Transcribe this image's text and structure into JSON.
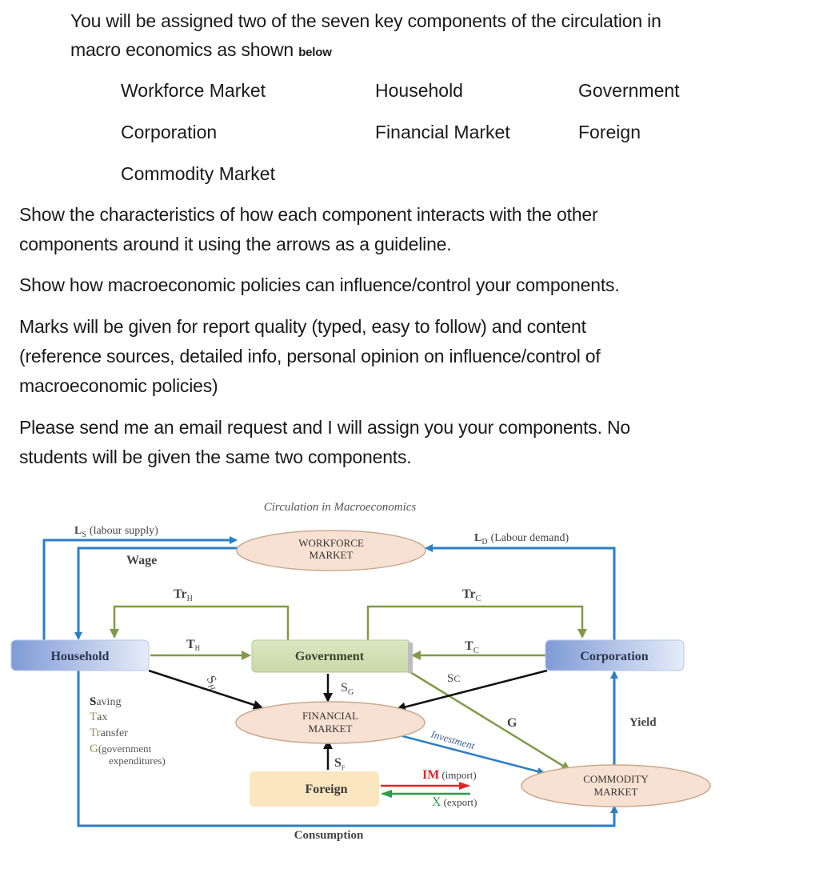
{
  "intro": {
    "line1": "You will be assigned two of the seven key components of the circulation in",
    "line2": "macro economics as shown",
    "line2_suffix": "below"
  },
  "components": [
    "Workforce Market",
    "Household",
    "Government",
    "Corporation",
    "Financial Market",
    "Foreign",
    "Commodity Market"
  ],
  "instructions": {
    "p1_line1": "Show the characteristics of how each component interacts with the other",
    "p1_line2": "components around it using the arrows as a guideline.",
    "p2": "Show how macroeconomic policies can influence/control your components.",
    "p3_line1": "Marks will be given for report quality (typed, easy to follow) and content",
    "p3_line2": "(reference sources, detailed info, personal opinion on influence/control of",
    "p3_line3": "macroeconomic policies)",
    "p4_line1": "Please send me an email request and I will assign you your components. No",
    "p4_line2": "students will be given the same two components."
  },
  "diagram": {
    "title": "Circulation in Macroeconomics",
    "nodes": {
      "workforce_line1": "WORKFORCE",
      "workforce_line2": "MARKET",
      "household": "Household",
      "government": "Government",
      "corporation": "Corporation",
      "financial_line1": "FINANCIAL",
      "financial_line2": "MARKET",
      "foreign": "Foreign",
      "commodity_line1": "COMMODITY",
      "commodity_line2": "MARKET"
    },
    "flows": {
      "ls_symbol": "L",
      "ls_sub": "S",
      "ls_text": "(labour supply)",
      "ld_symbol": "L",
      "ld_sub": "D",
      "ld_text": "(Labour demand)",
      "wage": "Wage",
      "trh": "Tr",
      "trh_sub": "H",
      "trc": "Tr",
      "trc_sub": "C",
      "th": "T",
      "th_sub": "H",
      "tc": "T",
      "tc_sub": "C",
      "sh": "S",
      "sh_sub": "H",
      "sg": "S",
      "sg_sub": "G",
      "sc": "S",
      "sc_sub": "C",
      "sf": "S",
      "sf_sub": "F",
      "g": "G",
      "investment": "Investment",
      "im": "IM",
      "im_text": "(import)",
      "x": "X",
      "x_text": "(export)",
      "yield": "Yield",
      "consumption": "Consumption"
    },
    "legend": [
      {
        "initial": "S",
        "rest": "aving",
        "color": "#222222"
      },
      {
        "initial": "T",
        "rest": "ax",
        "color": "#8a9a55"
      },
      {
        "initial": "Tr",
        "rest": "ansfer",
        "color": "#8a9a55"
      },
      {
        "initial": "G",
        "rest": "(government",
        "color": "#8a9a55"
      }
    ],
    "legend_cont": "expenditures)",
    "colors": {
      "blue_line": "#2a7fc4",
      "green_line": "#7f9a4a",
      "black_line": "#111111",
      "red_line": "#e0262b",
      "green_export": "#2a9d4a",
      "ellipse_fill": "#f8e1d2",
      "household_fill": "#8ea7dc",
      "government_fill": "#d3e2b6",
      "foreign_fill": "#fbe6bf"
    }
  }
}
